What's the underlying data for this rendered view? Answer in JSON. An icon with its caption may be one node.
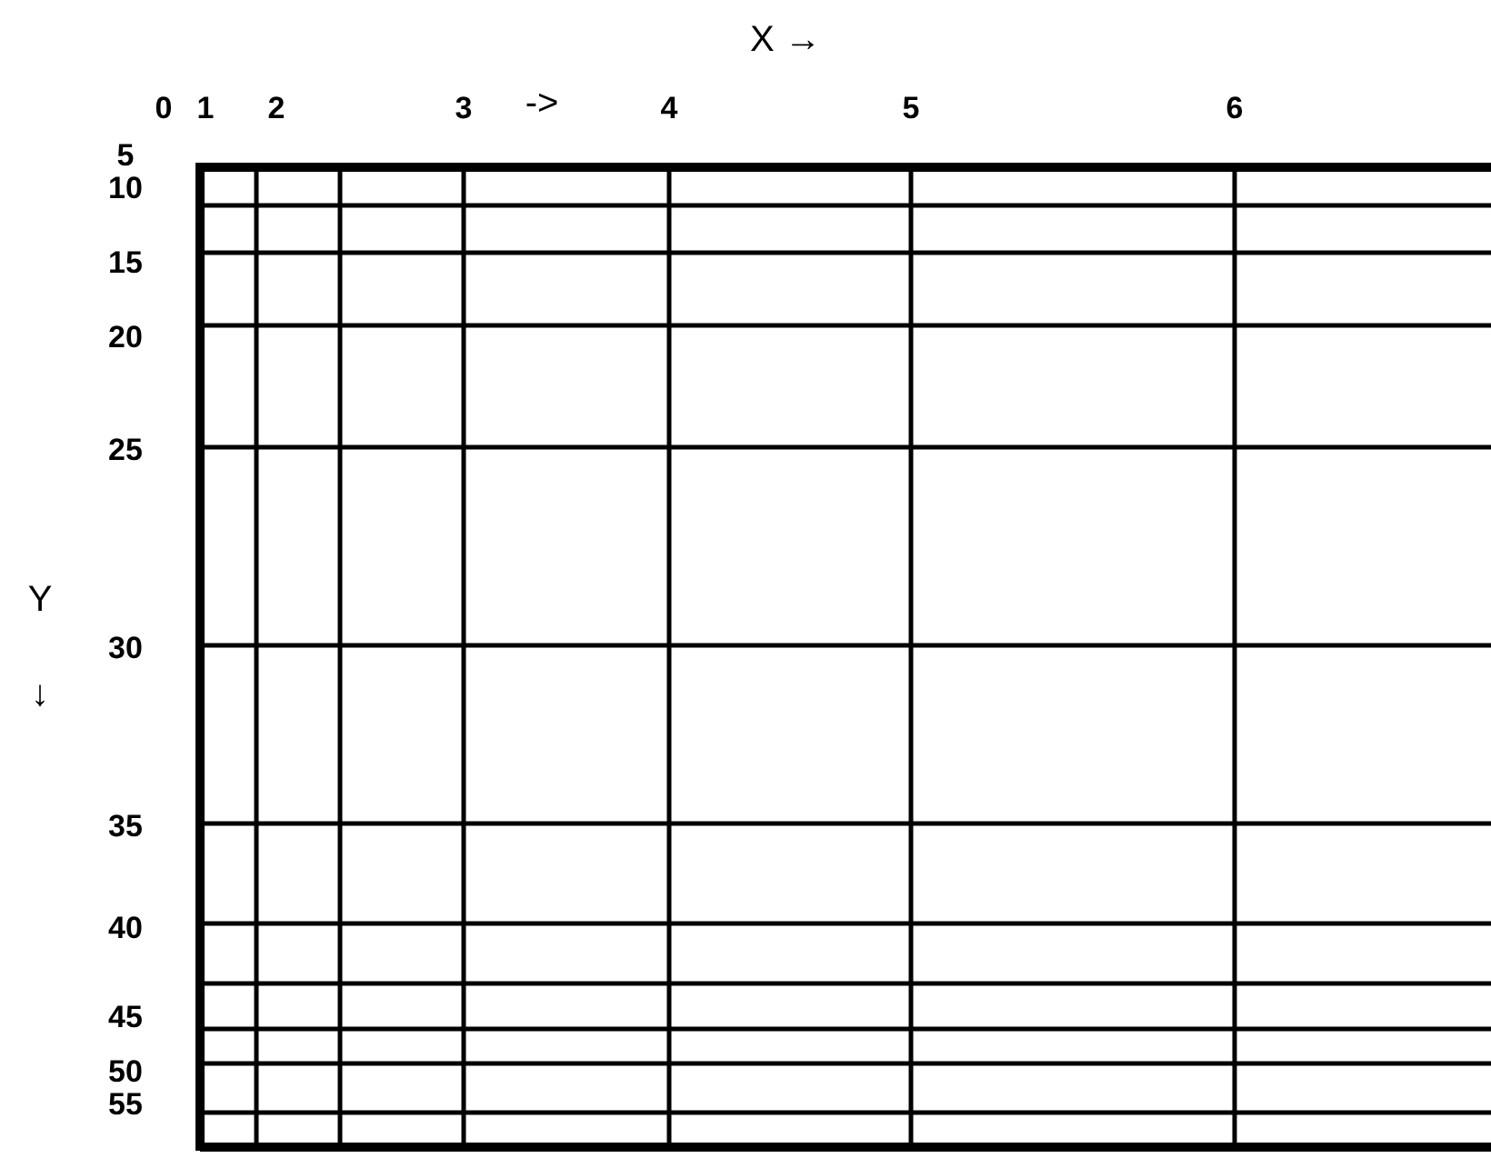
{
  "diagram": {
    "labels": [
      "X →",
      "0",
      "1",
      "2",
      "3",
      "->",
      "4",
      "5",
      "6",
      "5",
      "10",
      "15",
      "20",
      "25",
      "Y",
      "30",
      "↓",
      "35",
      "40",
      "45",
      "50",
      "55"
    ]
  }
}
